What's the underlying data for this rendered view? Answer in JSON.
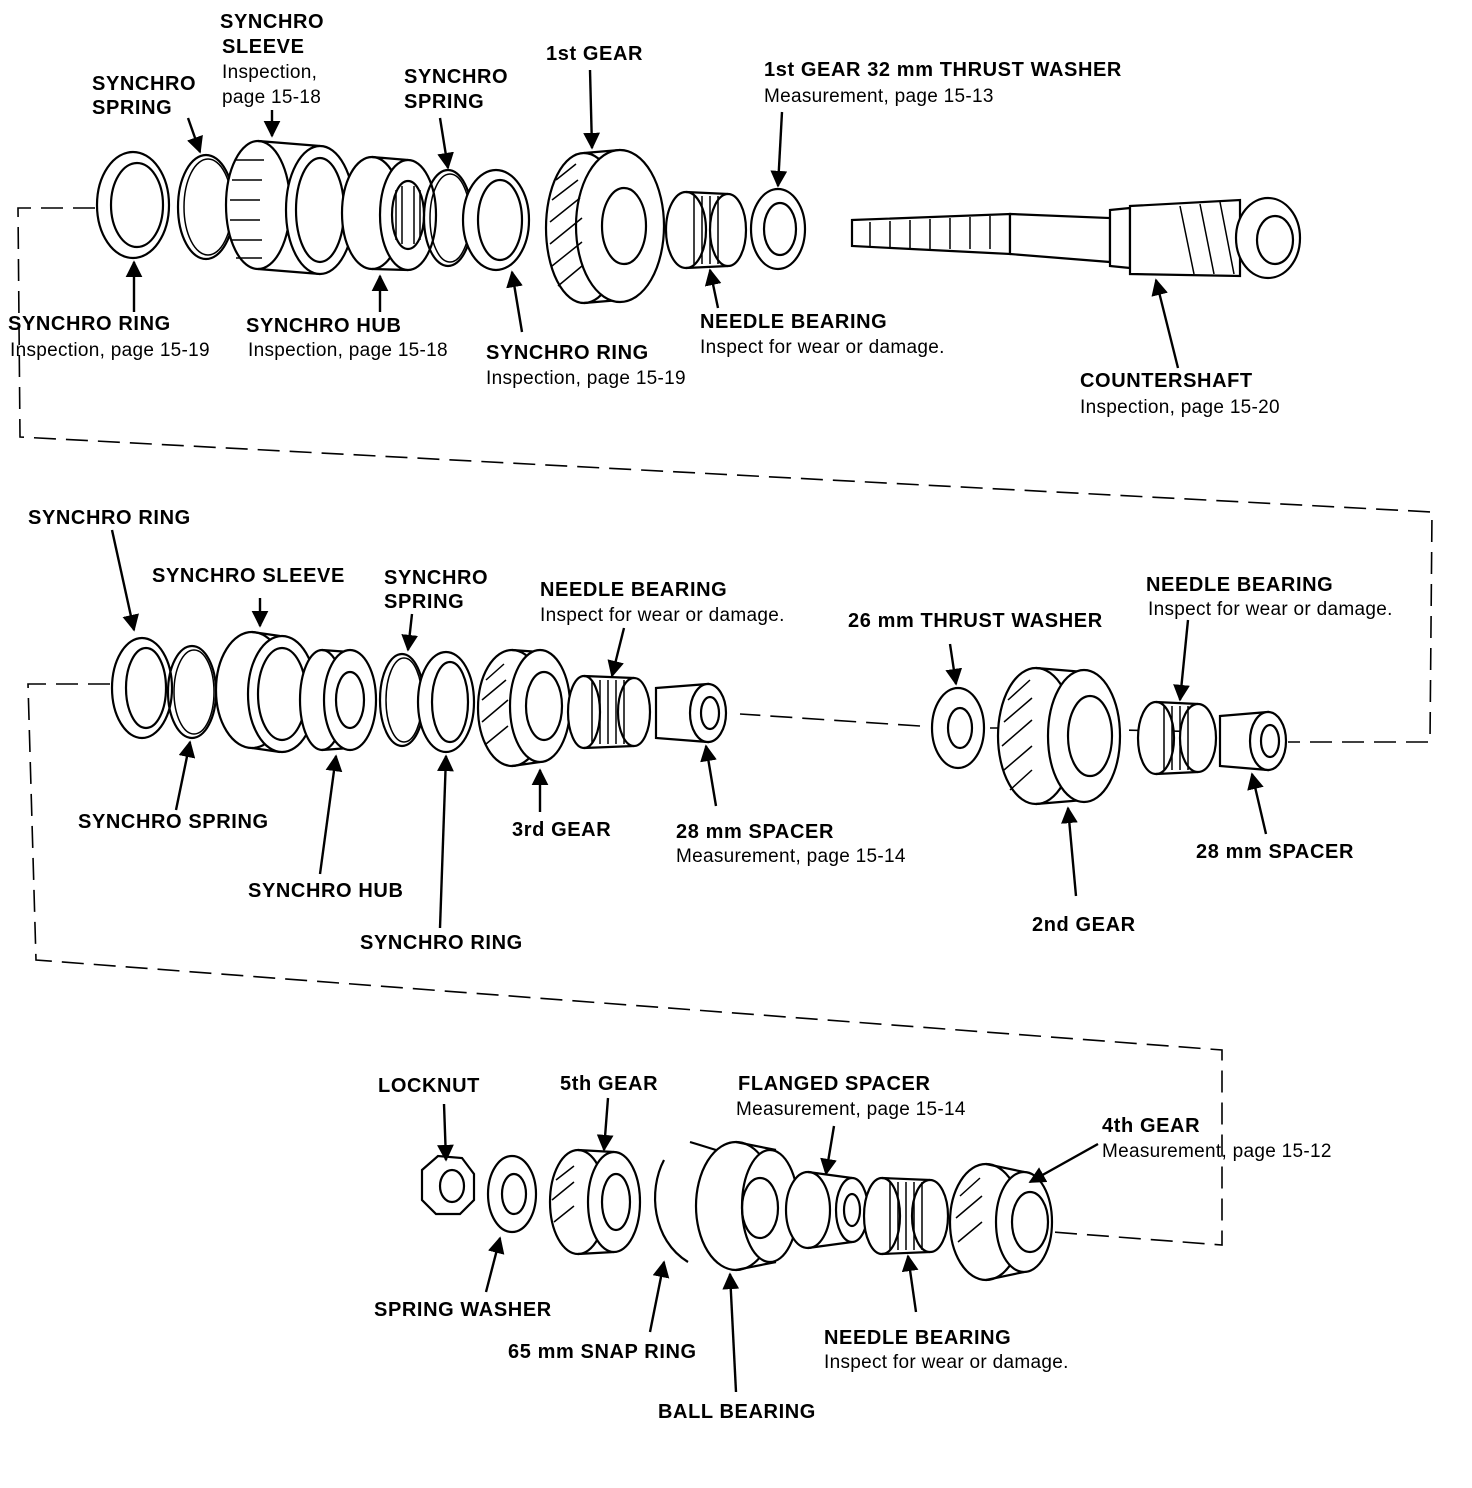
{
  "labels": {
    "s1_spring_left": [
      "SYNCHRO",
      "SPRING"
    ],
    "s1_sleeve": [
      "SYNCHRO",
      "SLEEVE"
    ],
    "s1_sleeve_note": [
      "Inspection,",
      "page 15-18"
    ],
    "s1_spring_right": [
      "SYNCHRO",
      "SPRING"
    ],
    "s1_first_gear": "1st GEAR",
    "s1_thrust_washer": "1st GEAR 32 mm THRUST WASHER",
    "s1_thrust_washer_note": "Measurement, page 15-13",
    "s1_ring_left": "SYNCHRO RING",
    "s1_ring_left_note": "Inspection, page 15-19",
    "s1_hub": "SYNCHRO HUB",
    "s1_hub_note": "Inspection, page 15-18",
    "s1_ring_right": "SYNCHRO RING",
    "s1_ring_right_note": "Inspection, page 15-19",
    "s1_needle": "NEEDLE BEARING",
    "s1_needle_note": "Inspect for wear or damage.",
    "s1_countershaft": "COUNTERSHAFT",
    "s1_countershaft_note": "Inspection, page 15-20",
    "s2_ring_top": "SYNCHRO RING",
    "s2_sleeve": "SYNCHRO SLEEVE",
    "s2_spring_top": [
      "SYNCHRO",
      "SPRING"
    ],
    "s2_needle_left": "NEEDLE BEARING",
    "s2_needle_left_note": "Inspect for wear or damage.",
    "s2_thrust": "26 mm THRUST WASHER",
    "s2_needle_right": "NEEDLE BEARING",
    "s2_needle_right_note": "Inspect for wear or damage.",
    "s2_spring_bottom": "SYNCHRO SPRING",
    "s2_third_gear": "3rd GEAR",
    "s2_spacer_left": "28 mm SPACER",
    "s2_spacer_left_note": "Measurement, page 15-14",
    "s2_spacer_right": "28 mm SPACER",
    "s2_hub": "SYNCHRO HUB",
    "s2_second_gear": "2nd GEAR",
    "s2_ring_bottom": "SYNCHRO RING",
    "s3_locknut": "LOCKNUT",
    "s3_fifth_gear": "5th GEAR",
    "s3_flanged": "FLANGED SPACER",
    "s3_flanged_note": "Measurement, page 15-14",
    "s3_fourth_gear": "4th GEAR",
    "s3_fourth_gear_note": "Measurement, page 15-12",
    "s3_spring_washer": "SPRING WASHER",
    "s3_snap_ring": "65 mm SNAP RING",
    "s3_needle": "NEEDLE BEARING",
    "s3_needle_note": "Inspect for wear or damage.",
    "s3_ball_bearing": "BALL BEARING"
  },
  "colors": {
    "ink": "#000000",
    "paper": "#ffffff"
  }
}
